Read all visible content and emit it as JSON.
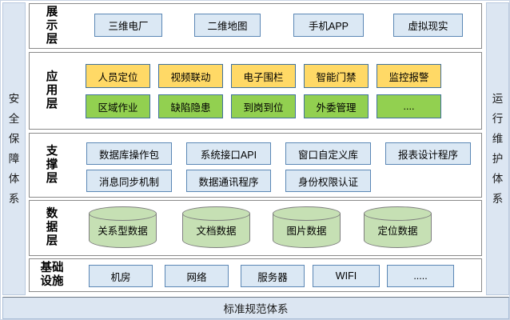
{
  "sidebars": {
    "left": "安全保障体系",
    "right": "运行维护体系",
    "bottom": "标准规范体系"
  },
  "layers": [
    {
      "label": "展示层",
      "items": [
        "三维电厂",
        "二维地图",
        "手机APP",
        "虚拟现实"
      ]
    },
    {
      "label": "应用层",
      "rows": [
        [
          "人员定位",
          "视频联动",
          "电子围栏",
          "智能门禁",
          "监控报警"
        ],
        [
          "区域作业",
          "缺陷隐患",
          "到岗到位",
          "外委管理",
          "...."
        ]
      ]
    },
    {
      "label": "支撑层",
      "rows": [
        [
          "数据库操作包",
          "系统接口API",
          "窗口自定义库",
          "报表设计程序"
        ],
        [
          "消息同步机制",
          "数据通讯程序",
          "身份权限认证"
        ]
      ]
    },
    {
      "label": "数据层",
      "items": [
        "关系型数据",
        "文档数据",
        "图片数据",
        "定位数据"
      ]
    },
    {
      "label": "基础设施",
      "items": [
        "机房",
        "网络",
        "服务器",
        "WIFI",
        "....."
      ]
    }
  ],
  "colors": {
    "bar_bg": "#dce6f2",
    "layer_border": "#8a8a8a",
    "box_blue_bg": "#dbe8f4",
    "box_blue_border": "#5b87b5",
    "box_yellow_bg": "#ffd966",
    "box_green_bg": "#92d050",
    "accent_border": "#41719c",
    "cylinder_bg": "#c6e0b4",
    "cylinder_border": "#7f7f7f"
  }
}
